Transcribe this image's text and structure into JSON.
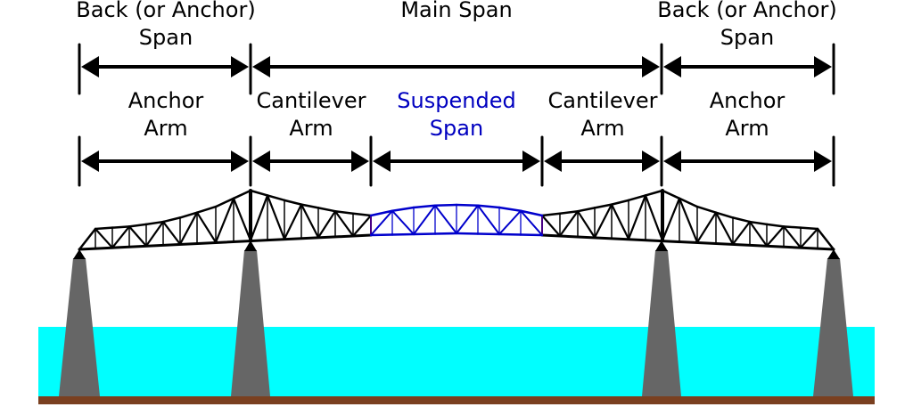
{
  "diagram": {
    "title": "Cantilever bridge span terminology",
    "top_row": [
      {
        "line1": "Back (or Anchor)",
        "line2": "Span"
      },
      {
        "line1": "Main Span",
        "line2": ""
      },
      {
        "line1": "Back (or Anchor)",
        "line2": "Span"
      }
    ],
    "bottom_row": [
      {
        "line1": "Anchor",
        "line2": "Arm",
        "color": "#000000"
      },
      {
        "line1": "Cantilever",
        "line2": "Arm",
        "color": "#000000"
      },
      {
        "line1": "Suspended",
        "line2": "Span",
        "color": "#0000c0"
      },
      {
        "line1": "Cantilever",
        "line2": "Arm",
        "color": "#000000"
      },
      {
        "line1": "Anchor",
        "line2": "Arm",
        "color": "#000000"
      }
    ],
    "colors": {
      "truss": "#000000",
      "suspended_truss": "#0000cc",
      "hinge": "#cc0000",
      "pier": "#666666",
      "water": "#00ffff",
      "ground": "#7a4020"
    }
  }
}
